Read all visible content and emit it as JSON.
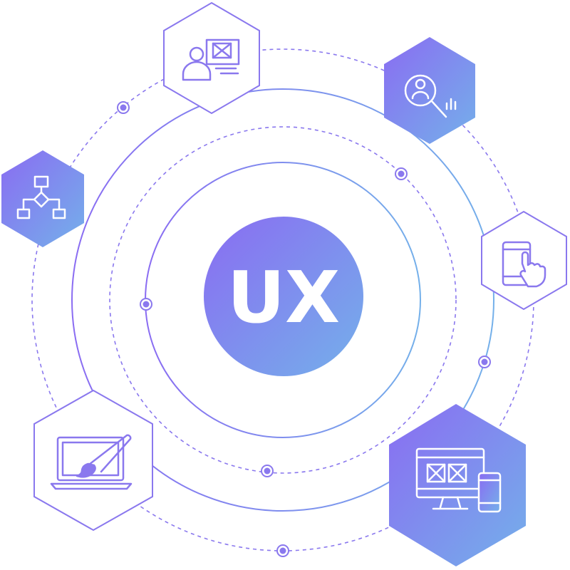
{
  "center": {
    "label": "UX"
  },
  "colors": {
    "purple": "#8a6cf2",
    "blue": "#74b0ea",
    "stroke": "#8a78ee",
    "dot_fill": "#c9c8f8",
    "white": "#ffffff"
  },
  "nodes": [
    {
      "id": "wireframe-persona",
      "icon": "user-wireframe-icon",
      "style": "outline"
    },
    {
      "id": "user-research",
      "icon": "user-search-analytics-icon",
      "style": "filled"
    },
    {
      "id": "information-architecture",
      "icon": "flowchart-icon",
      "style": "filled"
    },
    {
      "id": "mobile-interaction",
      "icon": "mobile-touch-icon",
      "style": "outline"
    },
    {
      "id": "visual-design",
      "icon": "laptop-paintbrush-icon",
      "style": "outline"
    },
    {
      "id": "responsive-design",
      "icon": "desktop-mobile-icon",
      "style": "filled"
    }
  ]
}
